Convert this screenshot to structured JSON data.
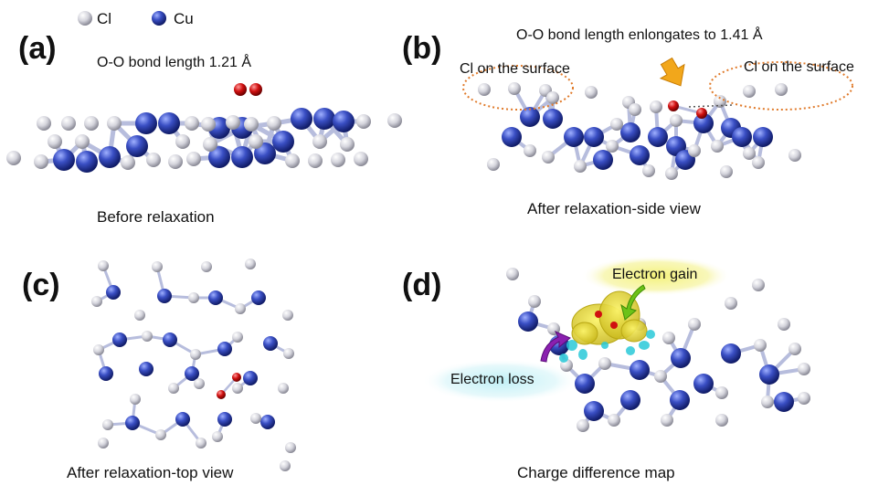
{
  "legend": {
    "cl_label": "Cl",
    "cu_label": "Cu",
    "cl_color": "#d4d4dc",
    "cu_color": "#3a4fc4"
  },
  "colors": {
    "oxygen": "#d01010",
    "bond": "#b7bddd",
    "ellipse": "#e07a2a",
    "arrow": "#f2a71b",
    "gain_glow": "#f4f27a",
    "loss_glow": "#bff0f6",
    "cyan_lobe": "#29c9d8",
    "green_arrow": "#6cc218",
    "purple_arrow": "#8a1fb0"
  },
  "panels": {
    "a": {
      "label": "(a)",
      "annotation": "O-O bond length 1.21 Å",
      "caption": "Before relaxation"
    },
    "b": {
      "label": "(b)",
      "annotation": "O-O bond length enlongates to 1.41 Å",
      "surface_left": "Cl on the surface",
      "surface_right": "Cl on the surface",
      "caption": "After relaxation-side view"
    },
    "c": {
      "label": "(c)",
      "caption": "After relaxation-top view"
    },
    "d": {
      "label": "(d)",
      "gain_label": "Electron gain",
      "loss_label": "Electron loss",
      "caption": "Charge difference map"
    }
  }
}
